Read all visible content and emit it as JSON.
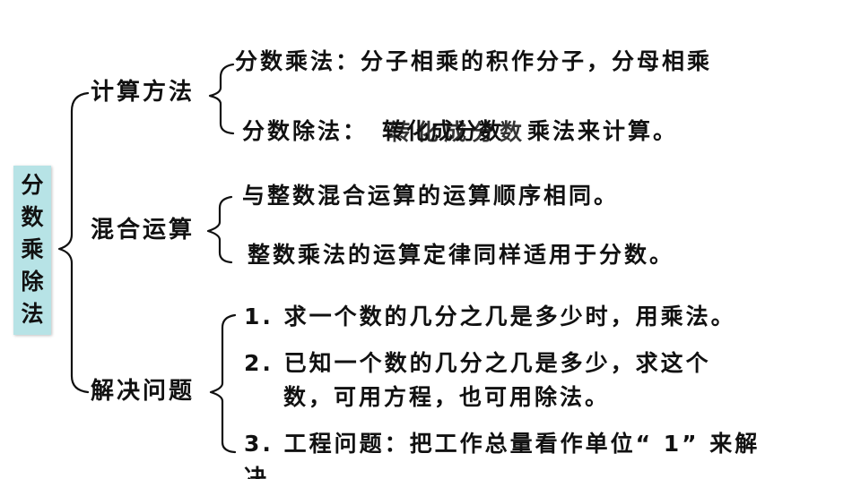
{
  "root": {
    "label": "分\n数\n乘\n除\n法"
  },
  "sections": [
    {
      "title": "计算方法",
      "items": [
        "分数乘法：分子相乘的积作分子，分母相乘",
        "分数除法：",
        "乘法来计算。"
      ],
      "garbled": [
        "转化成分数",
        "转化成分数"
      ]
    },
    {
      "title": "混合运算",
      "items": [
        "与整数混合运算的运算顺序相同。",
        "整数乘法的运算定律同样适用于分数。"
      ]
    },
    {
      "title": "解决问题",
      "items": [
        "1. 求一个数的几分之几是多少时，用乘法。",
        "2. 已知一个数的几分之几是多少，求这个",
        "数，可用方程，也可用除法。",
        "3. 工程问题：把工作总量看作单位“ 1” 来解",
        "决。"
      ]
    }
  ]
}
